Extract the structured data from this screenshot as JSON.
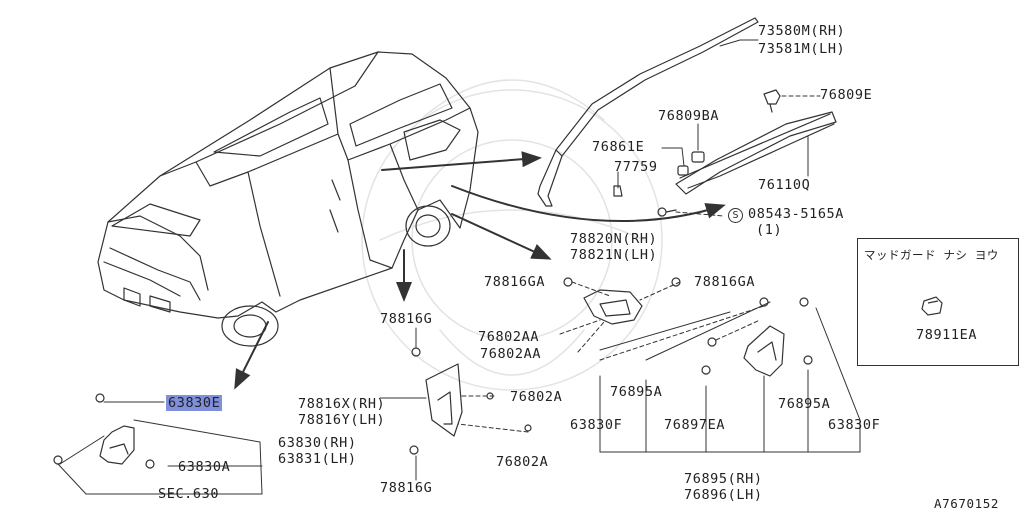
{
  "diagram_id": "A7670152",
  "inset": {
    "title": "マッドガード ナシ ヨウ",
    "part": "78911EA"
  },
  "labels": {
    "p73580m": "73580M(RH)",
    "p73581m": "73581M(LH)",
    "p76809e": "76809E",
    "p76809ba": "76809BA",
    "p76861e": "76861E",
    "p77759": "77759",
    "p76110q": "76110Q",
    "p08543": "08543-5165A",
    "p08543_qty": "(1)",
    "s_mark": "S",
    "p78820n": "78820N(RH)",
    "p78821n": "78821N(LH)",
    "p78816ga_l": "78816GA",
    "p78816ga_r": "78816GA",
    "p78816g_top": "78816G",
    "p76802aa_1": "76802AA",
    "p76802aa_2": "76802AA",
    "p76802a_1": "76802A",
    "p76802a_2": "76802A",
    "p78816x": "78816X(RH)",
    "p78816y": "78816Y(LH)",
    "p78816g_bot": "78816G",
    "p63830e": "63830E",
    "p63830": "63830(RH)",
    "p63831": "63831(LH)",
    "p63830a": "63830A",
    "sec630": "SEC.630",
    "p76895a_l": "76895A",
    "p76895a_r": "76895A",
    "p63830f_l": "63830F",
    "p63830f_r": "63830F",
    "p76897ea": "76897EA",
    "p76895": "76895(RH)",
    "p76896": "76896(LH)"
  }
}
